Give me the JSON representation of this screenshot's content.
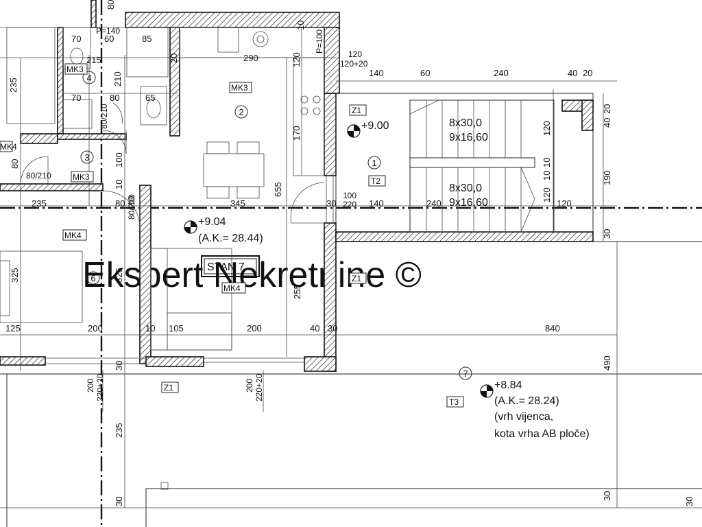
{
  "watermark": "Ekspert Nekretnine ©",
  "apartment_label": "STAN 7",
  "rooms": [
    {
      "id": "room-1",
      "number": "1"
    },
    {
      "id": "room-2",
      "number": "2"
    },
    {
      "id": "room-3",
      "number": "3"
    },
    {
      "id": "room-4",
      "number": "4"
    },
    {
      "id": "room-6",
      "number": "6"
    },
    {
      "id": "room-7",
      "number": "7"
    }
  ],
  "tags": [
    "MK3",
    "MK3",
    "MK3",
    "MK4",
    "MK4",
    "MK4",
    "T2",
    "T3",
    "Z1",
    "Z1",
    "Z1",
    "Z1"
  ],
  "levels": [
    {
      "elevation": "+9.00",
      "ak": ""
    },
    {
      "elevation": "+9.04",
      "ak": "(A.K.= 28.44)"
    },
    {
      "elevation": "+8.84",
      "ak": "(A.K.= 28.24)"
    }
  ],
  "notes": [
    "(vrh vijenca,",
    "kota vrha AB ploče)"
  ],
  "stairs": [
    "8x30,0",
    "9x16,60",
    "8x30,0",
    "9x16,60"
  ],
  "dimensions": [
    "80",
    "P=140",
    "70",
    "60",
    "85",
    "10",
    "P=100",
    "215",
    "20",
    "290",
    "120",
    "120",
    "120+20",
    "140",
    "60",
    "240",
    "40",
    "20",
    "235",
    "210",
    "70",
    "80",
    "65",
    "80/210",
    "20",
    "40",
    "170",
    "120",
    "80",
    "80/210",
    "100",
    "10",
    "190",
    "655",
    "10",
    "10",
    "100",
    "220",
    "235",
    "80",
    "10",
    "80/210",
    "345",
    "30",
    "140",
    "240",
    "120",
    "120",
    "30",
    "325",
    "325",
    "255",
    "125",
    "200",
    "10",
    "105",
    "200",
    "40",
    "30",
    "840",
    "30",
    "30",
    "490",
    "200",
    "220+20",
    "200",
    "220+20",
    "235",
    "30",
    "30"
  ]
}
